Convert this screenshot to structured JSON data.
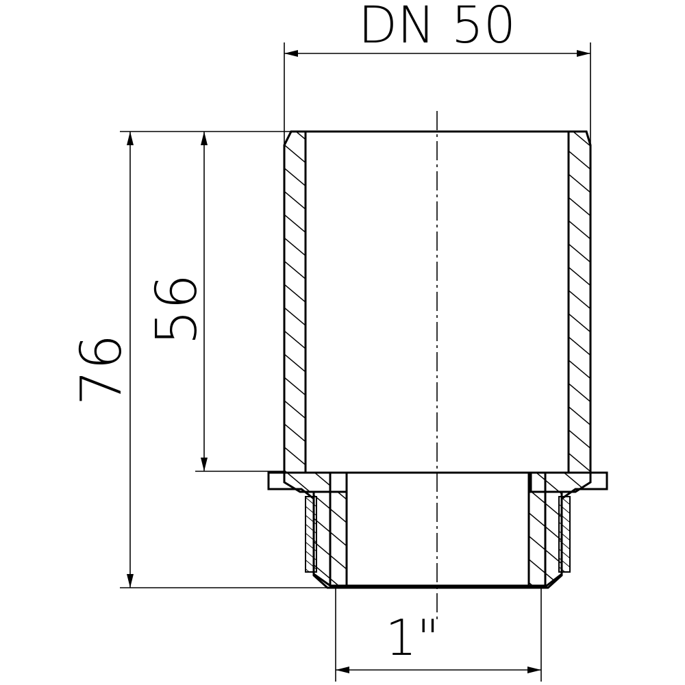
{
  "dimensions": {
    "top_width": "DN 50",
    "overall_height": "76",
    "socket_depth": "56",
    "thread_size": "1\""
  },
  "colors": {
    "line": "#000000",
    "background": "#ffffff"
  }
}
